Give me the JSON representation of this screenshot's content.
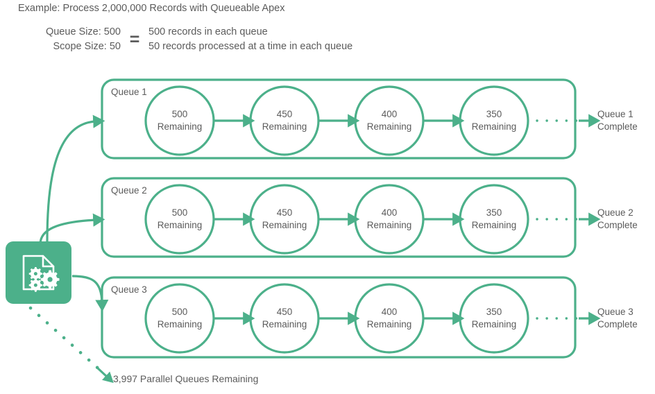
{
  "header": {
    "title": "Example: Process 2,000,000 Records with Queueable Apex",
    "legend": {
      "left_line1": "Queue Size: 500",
      "left_line2": "Scope Size: 50",
      "equals": "=",
      "right_line1": "500 records in each queue",
      "right_line2": "50 records processed at a time in each queue"
    }
  },
  "source": {
    "icon_name": "document-gears-icon"
  },
  "queues": [
    {
      "label": "Queue 1",
      "steps": [
        {
          "count": "500",
          "unit": "Remaining"
        },
        {
          "count": "450",
          "unit": "Remaining"
        },
        {
          "count": "400",
          "unit": "Remaining"
        },
        {
          "count": "350",
          "unit": "Remaining"
        }
      ],
      "complete_line1": "Queue 1",
      "complete_line2": "Complete"
    },
    {
      "label": "Queue 2",
      "steps": [
        {
          "count": "500",
          "unit": "Remaining"
        },
        {
          "count": "450",
          "unit": "Remaining"
        },
        {
          "count": "400",
          "unit": "Remaining"
        },
        {
          "count": "350",
          "unit": "Remaining"
        }
      ],
      "complete_line1": "Queue 2",
      "complete_line2": "Complete"
    },
    {
      "label": "Queue 3",
      "steps": [
        {
          "count": "500",
          "unit": "Remaining"
        },
        {
          "count": "450",
          "unit": "Remaining"
        },
        {
          "count": "400",
          "unit": "Remaining"
        },
        {
          "count": "350",
          "unit": "Remaining"
        }
      ],
      "complete_line1": "Queue 3",
      "complete_line2": "Complete"
    }
  ],
  "footer": {
    "remaining_queues": "3,997 Parallel Queues Remaining"
  },
  "colors": {
    "accent": "#4cb08a",
    "text": "#5b5b5b",
    "background": "#ffffff"
  }
}
